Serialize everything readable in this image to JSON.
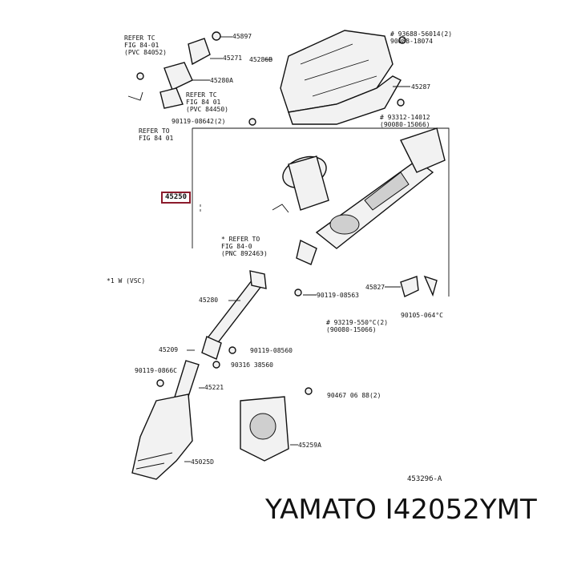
{
  "diagram": {
    "highlight_label": "45250",
    "drawing_number": "45329б-A",
    "labels": {
      "l45897": "45897",
      "l45271": "45271",
      "l45280A": "45280A",
      "l45286B": "45286B",
      "l45287": "45287",
      "l45280": "45280",
      "l45209": "45209",
      "l45221": "45221",
      "l45025D": "45025D",
      "l45827": "45827",
      "l45259A": "45259A",
      "refer1": [
        "REFER TC",
        "FIG 84-01",
        "(PVC 84052)"
      ],
      "refer2": [
        "REFER TC",
        "FIG 84 01",
        "(PVC 84450)"
      ],
      "refer3": [
        "REFER TO",
        "FIG 84 01"
      ],
      "refer4": [
        "* REFER TO",
        "FIG 84-0",
        "(PNC 89246Э)"
      ],
      "vsc": "*1 W (VSC)",
      "p93688": [
        "# 93688-56014(2)",
        "90088-18074"
      ],
      "p93312": [
        "# 93312-14012",
        "(90080-15066)"
      ],
      "p90119a": "90119-08642(2)",
      "p90119b": "90119-08563",
      "p93219": [
        "# 93219-550°C(2)",
        "(90080-15066)"
      ],
      "p90105": "90105-064°C",
      "p90119c": "90119-08560",
      "p90119d": "90119-0866C",
      "p9031": "9031б 38560",
      "p90467": "90467 06 88(2)"
    }
  },
  "brand": {
    "text": "YAMATO I42052YMT"
  }
}
